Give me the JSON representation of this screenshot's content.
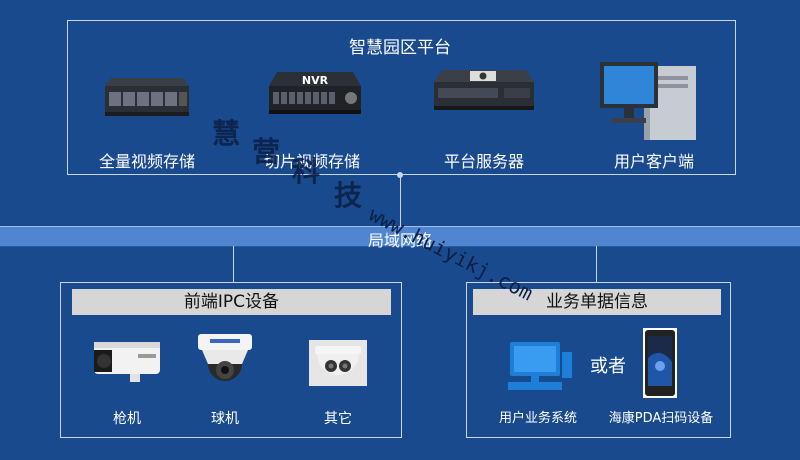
{
  "platform": {
    "title": "智慧园区平台",
    "devices": [
      {
        "label": "全量视频存储",
        "icon": "storage-server-icon"
      },
      {
        "label": "切片视频存储",
        "icon": "nvr-icon",
        "badge": "NVR"
      },
      {
        "label": "平台服务器",
        "icon": "platform-server-icon"
      },
      {
        "label": "用户客户端",
        "icon": "desktop-pc-icon"
      }
    ]
  },
  "network": {
    "label": "局域网络"
  },
  "ipc": {
    "title": "前端IPC设备",
    "devices": [
      {
        "label": "枪机",
        "icon": "bullet-camera-icon"
      },
      {
        "label": "球机",
        "icon": "dome-camera-icon"
      },
      {
        "label": "其它",
        "icon": "turret-camera-icon"
      }
    ]
  },
  "business": {
    "title": "业务单据信息",
    "or_text": "或者",
    "devices": [
      {
        "label": "用户业务系统",
        "icon": "computer-icon"
      },
      {
        "label": "海康PDA扫码设备",
        "icon": "pda-scanner-icon"
      }
    ]
  },
  "watermark": {
    "brand_chars": [
      "慧",
      "营",
      "科",
      "技"
    ],
    "url": "www.huiyikj.com"
  },
  "colors": {
    "background": "#1a4a8e",
    "lan_bar": "#4f86cf",
    "header_bar": "#d6d6d6",
    "border": "#c9d6ea"
  }
}
